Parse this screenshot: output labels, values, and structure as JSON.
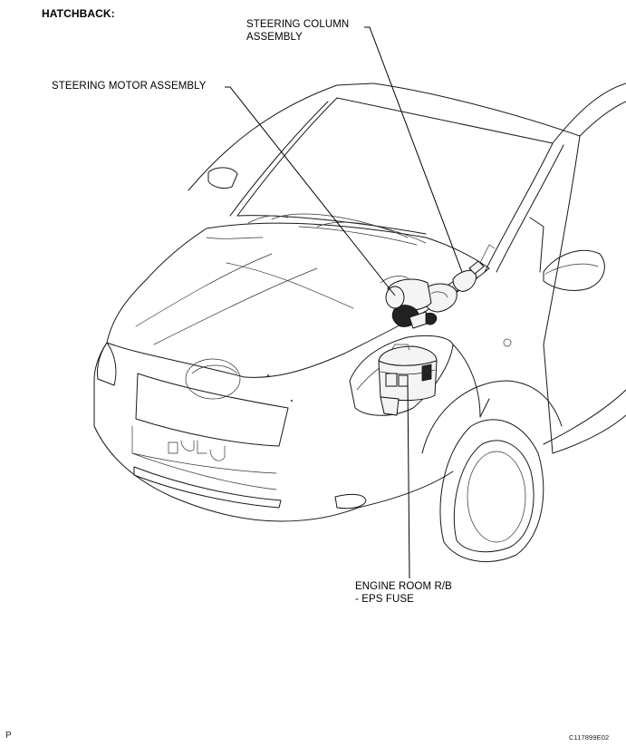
{
  "title": "HATCHBACK:",
  "labels": {
    "steering_column": [
      "STEERING COLUMN",
      "ASSEMBLY"
    ],
    "steering_motor": "STEERING MOTOR ASSEMBLY",
    "engine_room": [
      "ENGINE ROOM R/B",
      "- EPS FUSE"
    ]
  },
  "footer": {
    "left_mark": "P",
    "figure_code": "C117899E02"
  }
}
